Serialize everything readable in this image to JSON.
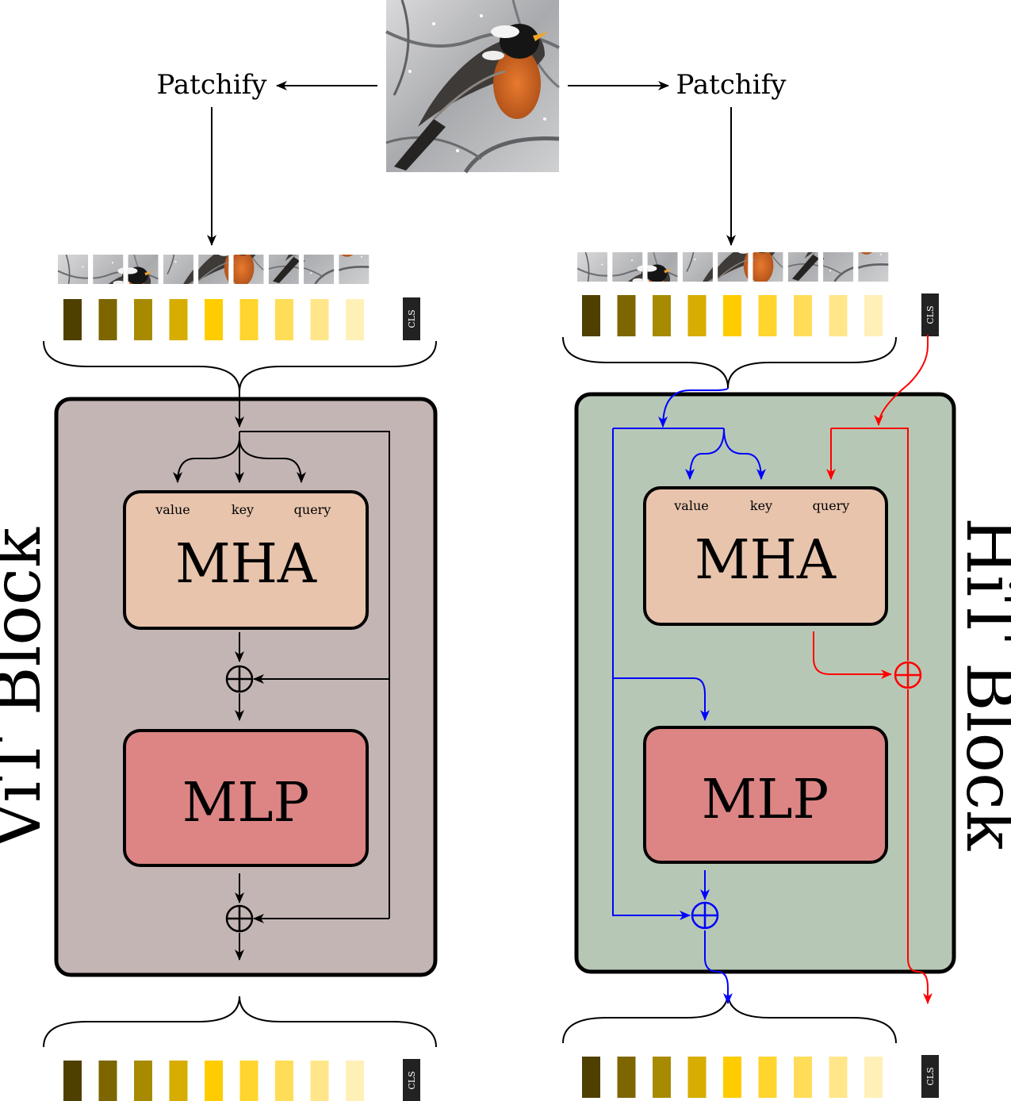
{
  "input_image": {
    "caption": ""
  },
  "labels": {
    "patchify_left": "Patchify",
    "patchify_right": "Patchify",
    "cls": "CLS",
    "value": "value",
    "key": "key",
    "query": "query",
    "mha": "MHA",
    "mlp": "MLP",
    "vit_block": "ViT Block",
    "hit_block": "HiT Block"
  },
  "colors": {
    "token_ramp": [
      "#4f4000",
      "#7d6600",
      "#a88a00",
      "#d6ad00",
      "#ffcc00",
      "#ffd52e",
      "#ffdd59",
      "#ffe68a",
      "#fff0b8"
    ],
    "cls_box": "#222222",
    "vit_block_bg": "#c4b5b5",
    "hit_block_bg": "#b6c8b5",
    "mha_fill": "#e8c4ad",
    "mlp_fill": "#dd8585",
    "hit_patch_path": "#0000ff",
    "hit_cls_path": "#ff0000",
    "vit_path": "#000000"
  }
}
